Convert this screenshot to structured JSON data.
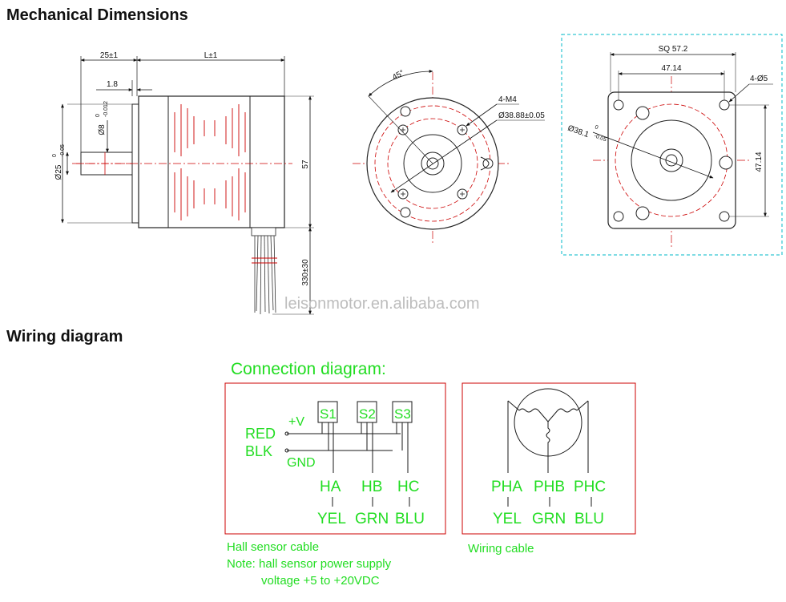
{
  "sections": {
    "mechanical_title": "Mechanical Dimensions",
    "wiring_title": "Wiring diagram"
  },
  "side_view": {
    "dims": {
      "shaft_len": "25±1",
      "body_len": "L±1",
      "flange": "1.8",
      "shaft_dia": "Ø8",
      "shaft_dia_tol_upper": "0",
      "shaft_dia_tol_lower": "-0.012",
      "pilot_dia": "Ø25",
      "pilot_dia_tol_upper": "0",
      "pilot_dia_tol_lower": "-0.05",
      "body_height": "57",
      "cable_len": "330±30"
    }
  },
  "front_view": {
    "dims": {
      "angle": "45°",
      "holes": "4-M4",
      "pcd": "Ø38.88±0.05"
    }
  },
  "rear_view": {
    "dims": {
      "square": "SQ 57.2",
      "hole_spacing_h": "47.14",
      "hole_spacing_v": "47.14",
      "holes": "4-Ø5",
      "pilot": "Ø38.1",
      "pilot_tol_upper": "0",
      "pilot_tol_lower": "-0.05"
    }
  },
  "watermark": "leisonmotor.en.alibaba.com",
  "wiring": {
    "title": "Connection diagram:",
    "hall": {
      "sensors": [
        "S1",
        "S2",
        "S3"
      ],
      "red_label": "RED",
      "blk_label": "BLK",
      "v_label": "+V",
      "gnd_label": "GND",
      "outputs": [
        "HA",
        "HB",
        "HC"
      ],
      "colors": [
        "YEL",
        "GRN",
        "BLU"
      ],
      "caption": "Hall sensor cable",
      "note_line1": "Note: hall sensor power supply",
      "note_line2": "voltage +5 to +20VDC"
    },
    "phase": {
      "outputs": [
        "PHA",
        "PHB",
        "PHC"
      ],
      "colors": [
        "YEL",
        "GRN",
        "BLU"
      ],
      "caption": "Wiring cable"
    },
    "colors": {
      "text": "#22dd22",
      "box": "#cc0000",
      "lines": "#1a1a1a"
    }
  }
}
